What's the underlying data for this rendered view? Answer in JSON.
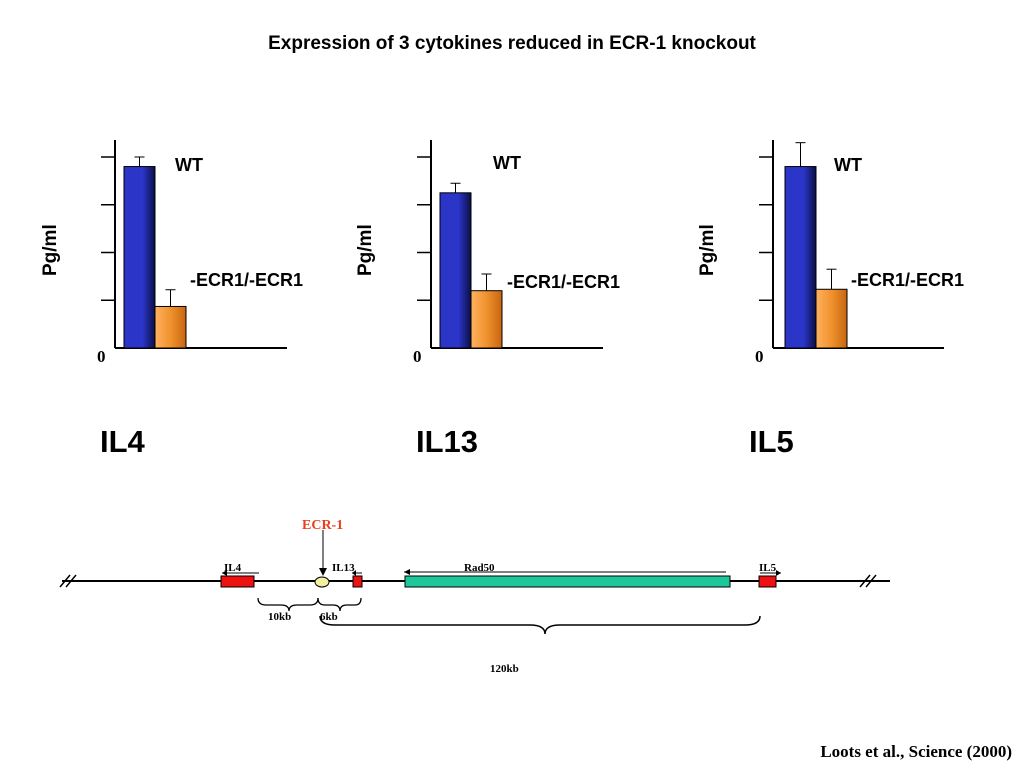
{
  "title": "Expression of 3 cytokines reduced in ECR-1 knockout",
  "colors": {
    "wt": "#2b35c8",
    "ko": "#f0922e",
    "rad50": "#1dc79a",
    "gene_box": "#ee1111",
    "ecr_label": "#e8401c",
    "ecr_node": "#f2f0a0"
  },
  "chart_data": [
    {
      "type": "bar",
      "title": "IL4",
      "ylabel": "Pg/ml",
      "y_tick_label": "0",
      "ylim": [
        0,
        4
      ],
      "categories": [
        "WT",
        "-ECR1/-ECR1"
      ],
      "values": [
        3.8,
        0.87
      ],
      "errors": [
        0.2,
        0.35
      ]
    },
    {
      "type": "bar",
      "title": "IL13",
      "ylabel": "Pg/ml",
      "y_tick_label": "0",
      "ylim": [
        0,
        4
      ],
      "categories": [
        "WT",
        "-ECR1/-ECR1"
      ],
      "values": [
        3.25,
        1.2
      ],
      "errors": [
        0.2,
        0.35
      ]
    },
    {
      "type": "bar",
      "title": "IL5",
      "ylabel": "Pg/ml",
      "y_tick_label": "0",
      "ylim": [
        0,
        4
      ],
      "categories": [
        "WT",
        "-ECR1/-ECR1"
      ],
      "values": [
        3.8,
        1.23
      ],
      "errors": [
        0.5,
        0.42
      ]
    }
  ],
  "gene_map": {
    "ecr_label": "ECR-1",
    "genes": [
      "IL4",
      "IL13",
      "Rad50",
      "IL5"
    ],
    "distances": [
      "10kb",
      "6kb",
      "120kb"
    ]
  },
  "citation": "Loots et al., Science (2000)"
}
